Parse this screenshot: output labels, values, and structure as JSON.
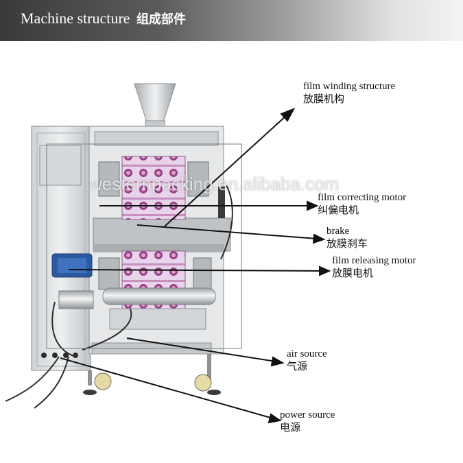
{
  "header": {
    "title": "Machine structure",
    "title_cn": "组成部件"
  },
  "watermark": "westernpacking.en.alibaba.com",
  "labels": [
    {
      "en": "film winding structure",
      "cn": "放膜机构"
    },
    {
      "en": "film correcting motor",
      "cn": "纠偏电机"
    },
    {
      "en": "brake",
      "cn": "放膜刹车"
    },
    {
      "en": "film releasing motor",
      "cn": "放膜电机"
    },
    {
      "en": "air source",
      "cn": "气源"
    },
    {
      "en": "power source",
      "cn": "电源"
    }
  ]
}
